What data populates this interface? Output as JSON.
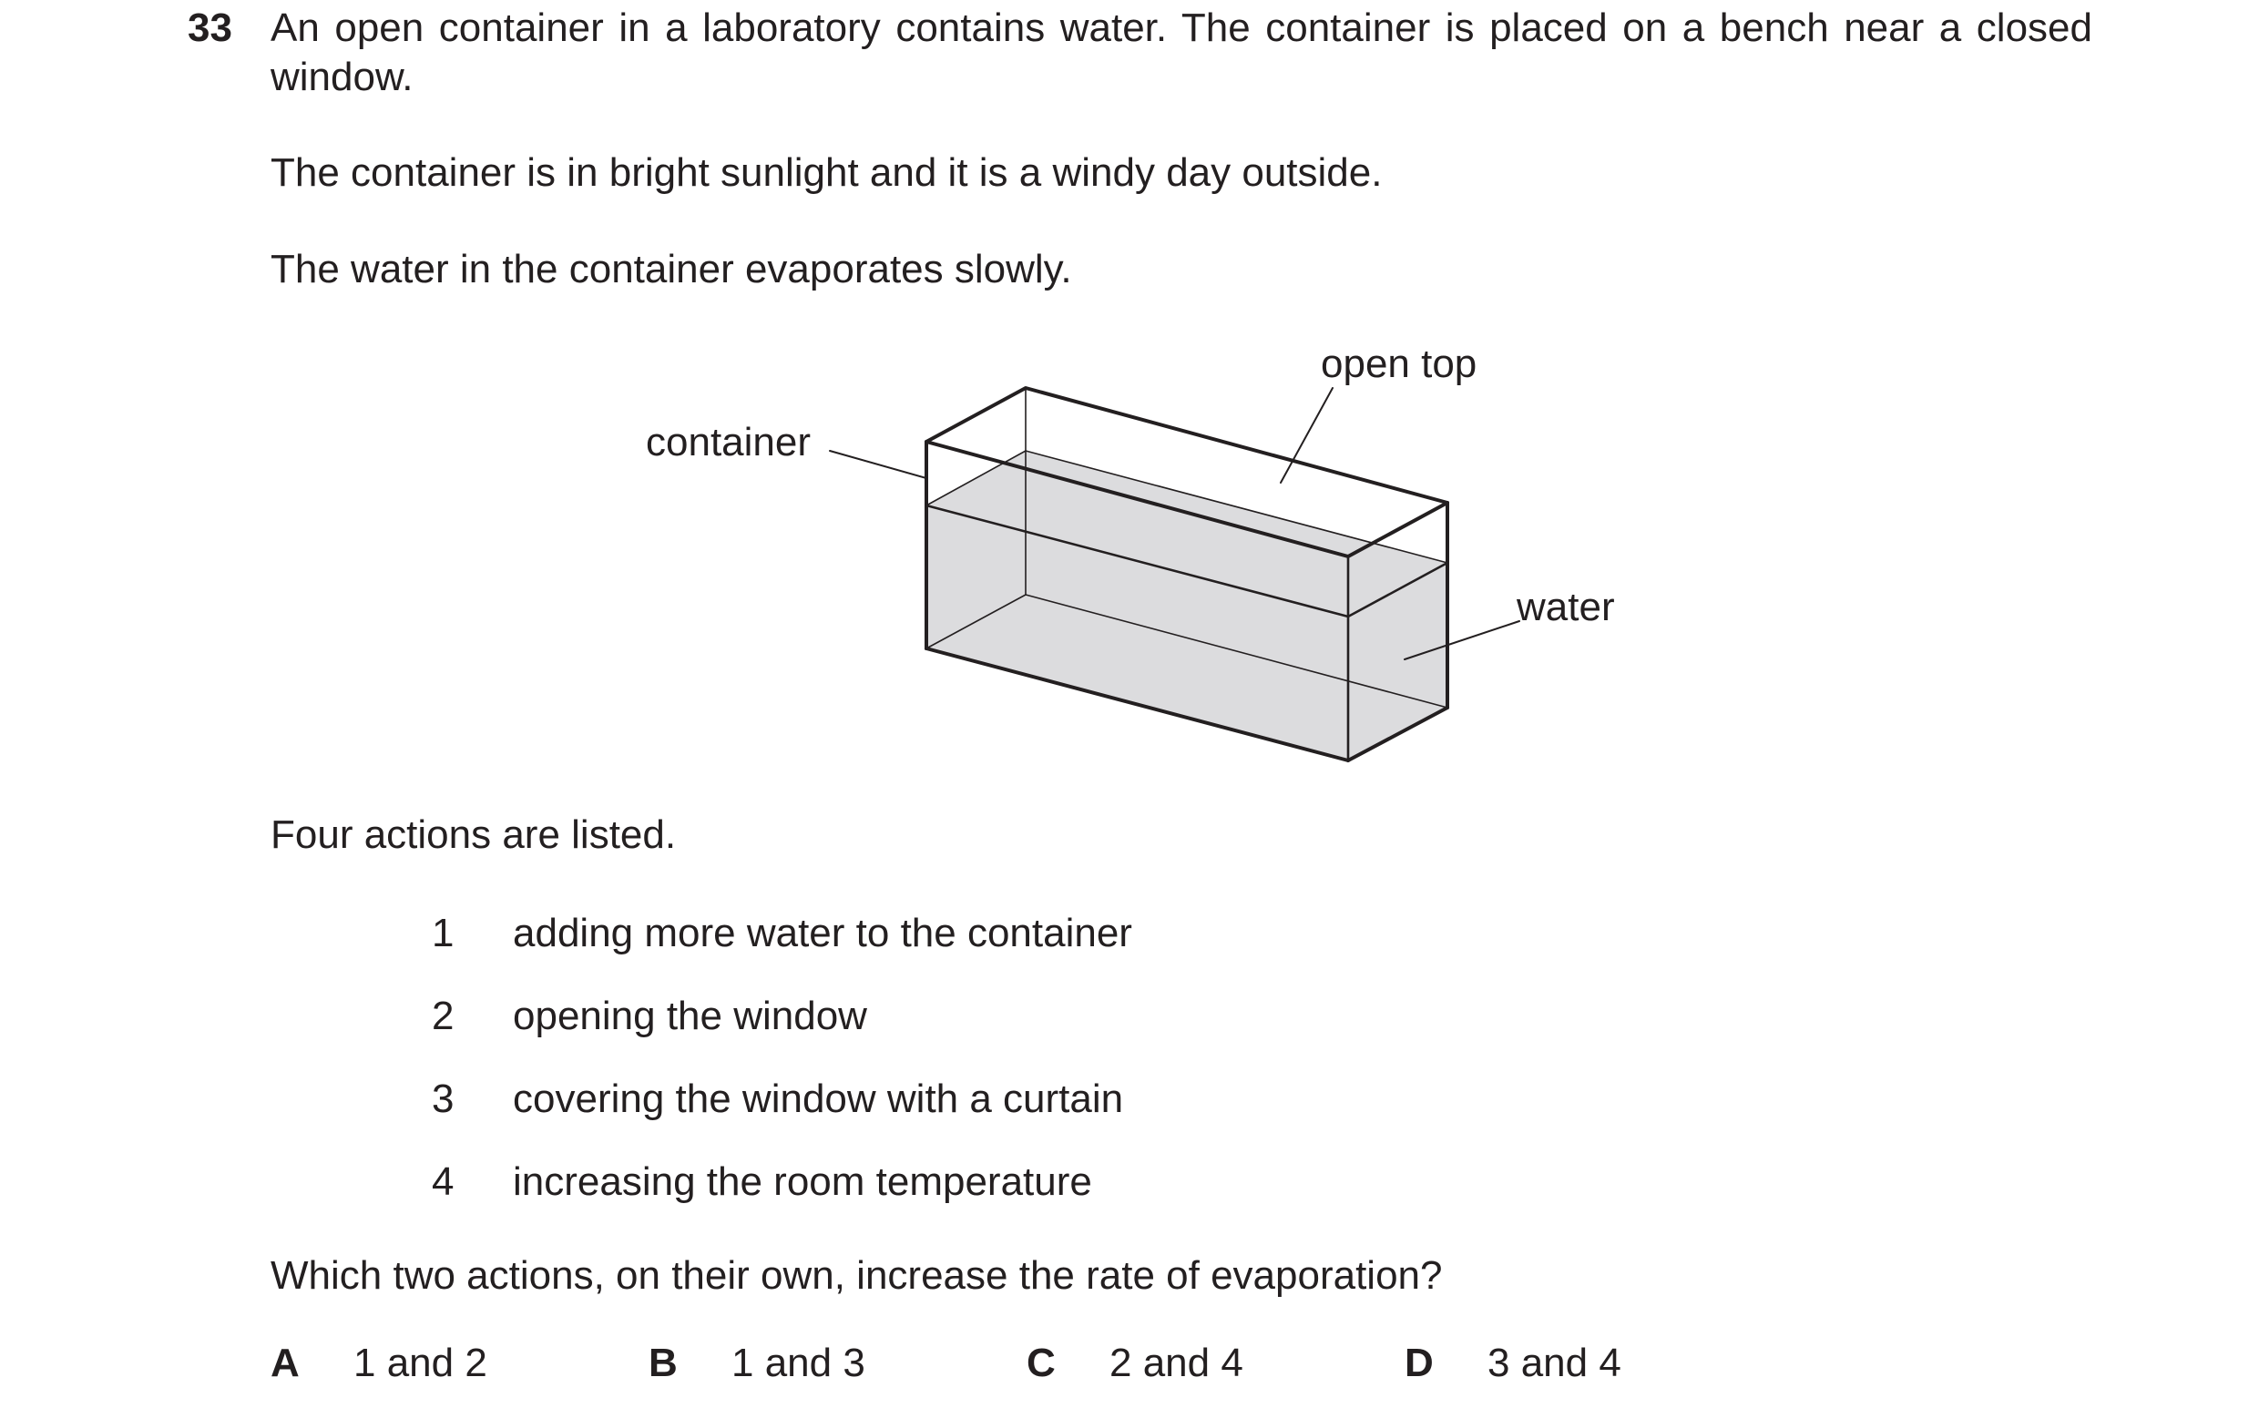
{
  "question": {
    "number": "33",
    "intro": "An open container in a laboratory contains water. The container is placed on a bench near a closed window.",
    "sunlight": "The container is in bright sunlight and it is a windy day outside.",
    "evaporation": "The water in the container evaporates slowly.",
    "four_actions": "Four actions are listed.",
    "prompt": "Which two actions, on their own, increase the rate of evaporation?"
  },
  "diagram": {
    "labels": {
      "open_top": "open top",
      "container": "container",
      "water": "water"
    },
    "colors": {
      "water_fill": "#dcdcde",
      "outline": "#231f20"
    }
  },
  "actions": [
    {
      "number": "1",
      "text": "adding more water to the container"
    },
    {
      "number": "2",
      "text": "opening the window"
    },
    {
      "number": "3",
      "text": "covering the window with a curtain"
    },
    {
      "number": "4",
      "text": "increasing the room temperature"
    }
  ],
  "options": [
    {
      "letter": "A",
      "text": "1 and 2"
    },
    {
      "letter": "B",
      "text": "1 and 3"
    },
    {
      "letter": "C",
      "text": "2 and 4"
    },
    {
      "letter": "D",
      "text": "3 and 4"
    }
  ]
}
